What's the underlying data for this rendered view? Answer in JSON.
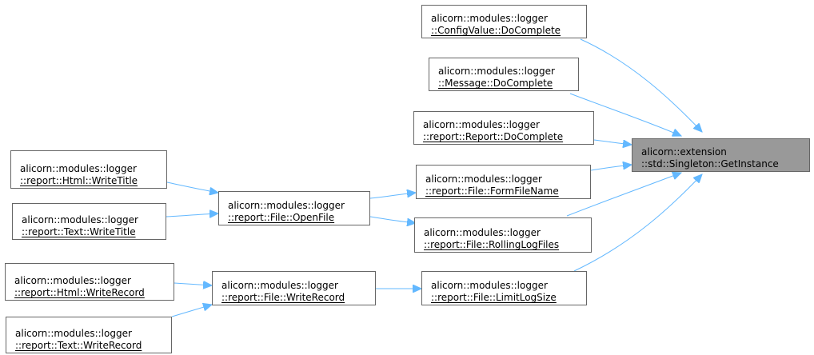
{
  "diagram": {
    "edge_color": "#63b8ff",
    "root": {
      "line1": "alicorn::extension",
      "line2": "::std::Singleton::GetInstance"
    },
    "nodes": {
      "config_value": {
        "line1": "alicorn::modules::logger",
        "line2": "::ConfigValue::DoComplete"
      },
      "message": {
        "line1": "alicorn::modules::logger",
        "line2": "::Message::DoComplete"
      },
      "report_report": {
        "line1": "alicorn::modules::logger",
        "line2": "::report::Report::DoComplete"
      },
      "form_file_name": {
        "line1": "alicorn::modules::logger",
        "line2": "::report::File::FormFileName"
      },
      "rolling_log_files": {
        "line1": "alicorn::modules::logger",
        "line2": "::report::File::RollingLogFiles"
      },
      "limit_log_size": {
        "line1": "alicorn::modules::logger",
        "line2": "::report::File::LimitLogSize"
      },
      "open_file": {
        "line1": "alicorn::modules::logger",
        "line2": "::report::File::OpenFile"
      },
      "write_record_file": {
        "line1": "alicorn::modules::logger",
        "line2": "::report::File::WriteRecord"
      },
      "html_write_title": {
        "line1": "alicorn::modules::logger",
        "line2": "::report::Html::WriteTitle"
      },
      "text_write_title": {
        "line1": "alicorn::modules::logger",
        "line2": "::report::Text::WriteTitle"
      },
      "html_write_record": {
        "line1": "alicorn::modules::logger",
        "line2": "::report::Html::WriteRecord"
      },
      "text_write_record": {
        "line1": "alicorn::modules::logger",
        "line2": "::report::Text::WriteRecord"
      }
    },
    "edges": [
      {
        "from": "config_value",
        "to": "root"
      },
      {
        "from": "message",
        "to": "root"
      },
      {
        "from": "report_report",
        "to": "root"
      },
      {
        "from": "form_file_name",
        "to": "root"
      },
      {
        "from": "rolling_log_files",
        "to": "root"
      },
      {
        "from": "limit_log_size",
        "to": "root"
      },
      {
        "from": "open_file",
        "to": "form_file_name"
      },
      {
        "from": "open_file",
        "to": "rolling_log_files"
      },
      {
        "from": "write_record_file",
        "to": "limit_log_size"
      },
      {
        "from": "html_write_title",
        "to": "open_file"
      },
      {
        "from": "text_write_title",
        "to": "open_file"
      },
      {
        "from": "html_write_record",
        "to": "write_record_file"
      },
      {
        "from": "text_write_record",
        "to": "write_record_file"
      }
    ]
  }
}
